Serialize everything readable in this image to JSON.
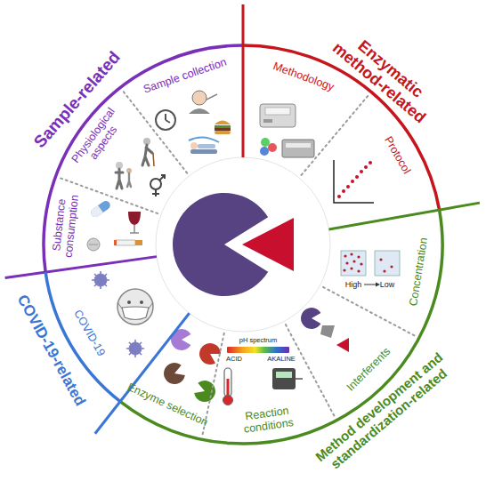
{
  "diagram": {
    "nodes": [
      {
        "text": [
          "Sample-related"
        ]
      },
      {
        "text": [
          "Sample collection"
        ],
        "in": 0
      },
      {
        "text": [
          "Physiological aspects"
        ],
        "in": 0
      },
      {
        "text": [
          "Substance consumption"
        ],
        "in": 0
      },
      {
        "text": [
          "Enzymatic method-related"
        ]
      },
      {
        "text": [
          "Methodology"
        ],
        "in": 4
      },
      {
        "text": [
          "Protocol"
        ],
        "in": 4
      },
      {
        "text": [
          "Method development and standardization-related"
        ]
      },
      {
        "text": [
          "Concentration"
        ],
        "in": 7
      },
      {
        "text": [
          "Interferents"
        ],
        "in": 7
      },
      {
        "text": [
          "Reaction conditions"
        ],
        "in": 7
      },
      {
        "text": [
          "Enzyme selection"
        ],
        "in": 7
      },
      {
        "text": [
          "COVID-19-related"
        ]
      },
      {
        "text": [
          "COVID-19"
        ],
        "in": 12
      }
    ],
    "labels": [
      "High",
      "Low",
      "pH spectrum",
      "ACID",
      "AKALINE"
    ]
  }
}
